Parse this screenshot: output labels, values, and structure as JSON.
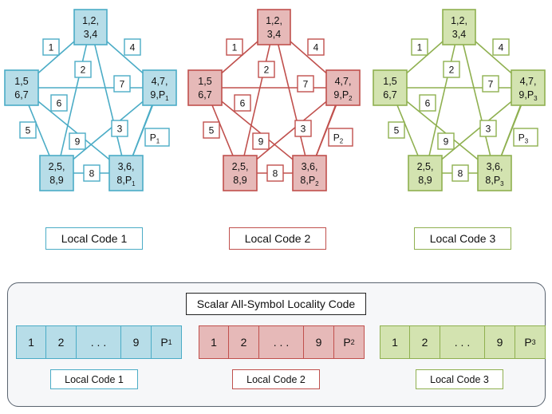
{
  "graph_labels": {
    "top": [
      "1,2,",
      "3,4"
    ],
    "left": [
      "1,5",
      "6,7"
    ],
    "right_1": [
      "4,7,",
      "9,P",
      "1"
    ],
    "right_2": [
      "4,7,",
      "9,P",
      "2"
    ],
    "right_3": [
      "4,7,",
      "9,P",
      "3"
    ],
    "bottom_left": [
      "2,5,",
      "8,9"
    ],
    "bottom_right_1": [
      "3,6,",
      "8,P",
      "1"
    ],
    "bottom_right_2": [
      "3,6,",
      "8,P",
      "2"
    ],
    "bottom_right_3": [
      "3,6,",
      "8,P",
      "3"
    ],
    "edges": [
      "1",
      "4",
      "2",
      "7",
      "6",
      "3",
      "5",
      "9",
      "8"
    ],
    "parity": [
      "P",
      "1",
      "P",
      "2",
      "P",
      "3"
    ]
  },
  "panels": [
    {
      "caption": "Local Code 1",
      "color": "#4bacc6",
      "fill": "#b7dde8"
    },
    {
      "caption": "Local Code 2",
      "color": "#c0504d",
      "fill": "#e6b9b8"
    },
    {
      "caption": "Local Code 3",
      "color": "#8fb050",
      "fill": "#d3e3b0"
    }
  ],
  "code_title": "Scalar All-Symbol Locality Code",
  "strips": [
    {
      "cells": [
        "1",
        "2",
        ". . .",
        "9"
      ],
      "p": "P",
      "sub": "1",
      "caption": "Local Code 1"
    },
    {
      "cells": [
        "1",
        "2",
        ". . .",
        "9"
      ],
      "p": "P",
      "sub": "2",
      "caption": "Local Code 2"
    },
    {
      "cells": [
        "1",
        "2",
        ". . .",
        "9"
      ],
      "p": "P",
      "sub": "3",
      "caption": "Local Code 3"
    }
  ]
}
